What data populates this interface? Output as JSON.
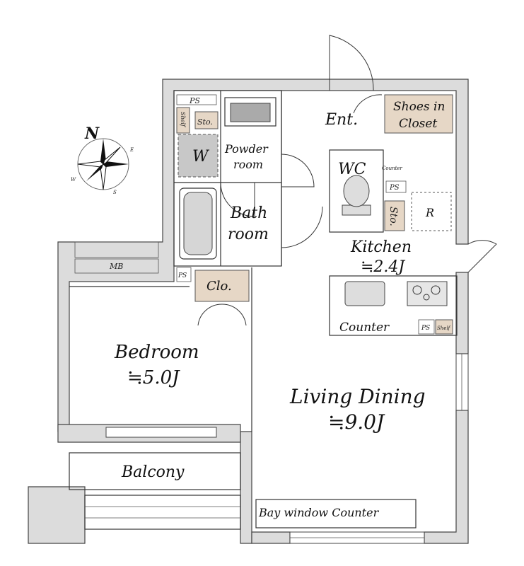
{
  "rooms": {
    "ent": "Ent.",
    "shoes": [
      "Shoes in",
      "Closet"
    ],
    "wc": "WC",
    "counter_small": "Counter",
    "ps": "PS",
    "sto": "Sto.",
    "shelf": "Shelf",
    "w": "W",
    "powder": [
      "Powder",
      "room"
    ],
    "bath": [
      "Bath",
      "room"
    ],
    "kitchen": "Kitchen",
    "kitchen_size": "≒2.4J",
    "refrigerator": "R",
    "mb": "MB",
    "clo": "Clo.",
    "counter": "Counter",
    "bedroom": "Bedroom",
    "bedroom_size": "≒5.0J",
    "living": "Living Dining",
    "living_size": "≒9.0J",
    "balcony": "Balcony",
    "bay_counter": "Bay window Counter"
  },
  "compass": {
    "n": "N",
    "e": "E",
    "s": "S",
    "w": "W"
  },
  "colors": {
    "wall": "#dcdcdc",
    "closet": "#e6d7c6",
    "washer": "#c8c8c8"
  }
}
